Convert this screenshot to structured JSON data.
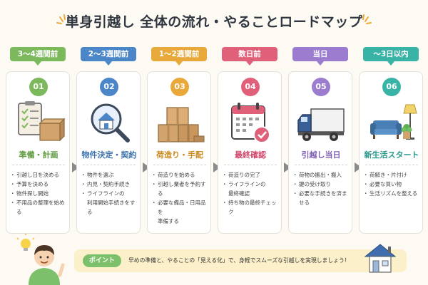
{
  "header": {
    "title": "単身引越し 全体の流れ・やることロードマップ"
  },
  "colors": {
    "step1": "#7cb85c",
    "step2": "#4a86c8",
    "step3": "#e9a83a",
    "step4": "#e0607a",
    "step5": "#9b7ccf",
    "step6": "#39b3a6",
    "box": "#d2a36c",
    "arrow": "#8a8a8a"
  },
  "steps": [
    {
      "period": "3〜4週間前",
      "number": "01",
      "name": "準備・計画",
      "icon": "clipboard-icon",
      "items": [
        "引越し日を決める",
        "予算を決める",
        "物件探し開始",
        "不用品の整理を始める"
      ]
    },
    {
      "period": "2〜3週間前",
      "number": "02",
      "name": "物件決定・契約",
      "icon": "magnifier-house-icon",
      "items": [
        "物件を選ぶ",
        "内見・契約手続き",
        "ライフラインの",
        "利用開始手続きをする"
      ]
    },
    {
      "period": "1〜2週間前",
      "number": "03",
      "name": "荷造り・手配",
      "icon": "boxes-icon",
      "items": [
        "荷造りを始める",
        "引越し業者を予約する",
        "必要な備品・日用品を",
        "準備する"
      ]
    },
    {
      "period": "数日前",
      "number": "04",
      "name": "最終確認",
      "icon": "calendar-check-icon",
      "items": [
        "荷造りの完了",
        "ライフラインの",
        "最終確認",
        "持ち物の最終チェック"
      ]
    },
    {
      "period": "当日",
      "number": "05",
      "name": "引越し当日",
      "icon": "truck-icon",
      "items": [
        "荷物の搬出・搬入",
        "鍵の受け取り",
        "必要な手続きを済ませる"
      ]
    },
    {
      "period": "〜3日以内",
      "number": "06",
      "name": "新生活スタート",
      "icon": "sofa-lamp-icon",
      "items": [
        "荷解き・片付け",
        "必要な買い物",
        "生活リズムを整える"
      ]
    }
  ],
  "tips": {
    "label": "ポイント",
    "text": "早めの準備と、やることの「見える化」で、身軽でスムーズな引越しを実現しましょう！"
  }
}
